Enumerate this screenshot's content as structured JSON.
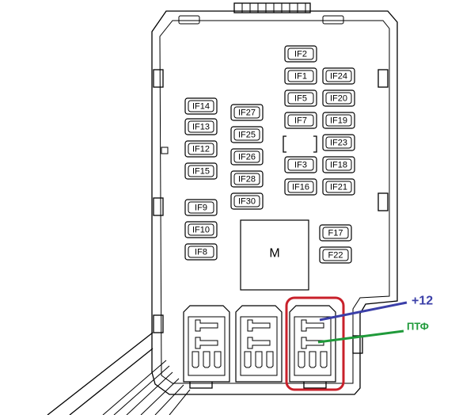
{
  "fuses": [
    {
      "label": "IF2"
    },
    {
      "label": "IF1"
    },
    {
      "label": "IF24"
    },
    {
      "label": "IF5"
    },
    {
      "label": "IF20"
    },
    {
      "label": "IF7"
    },
    {
      "label": "IF19"
    },
    {
      "label": "IF23"
    },
    {
      "label": "IF3"
    },
    {
      "label": "IF18"
    },
    {
      "label": "IF16"
    },
    {
      "label": "IF21"
    },
    {
      "label": "IF14"
    },
    {
      "label": "IF13"
    },
    {
      "label": "IF12"
    },
    {
      "label": "IF15"
    },
    {
      "label": "IF27"
    },
    {
      "label": "IF25"
    },
    {
      "label": "IF26"
    },
    {
      "label": "IF28"
    },
    {
      "label": "IF30"
    },
    {
      "label": "IF9"
    },
    {
      "label": "IF10"
    },
    {
      "label": "IF8"
    },
    {
      "label": "F17"
    },
    {
      "label": "F22"
    }
  ],
  "main_relay": {
    "label": "M"
  },
  "annotations": {
    "plus12": {
      "label": "+12",
      "color": "#3b3fa8"
    },
    "ptf": {
      "label": "ПТФ",
      "color": "#1f9a3a"
    }
  },
  "highlight_color": "#c8202a"
}
